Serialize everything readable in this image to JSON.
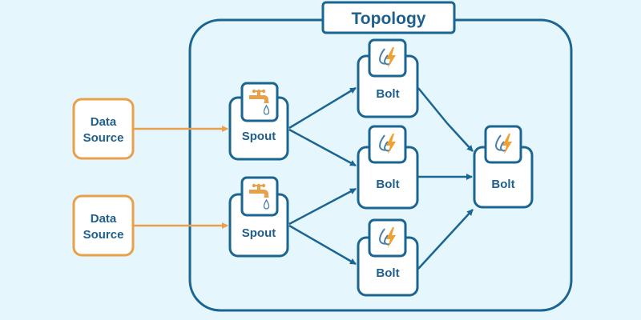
{
  "title": "Topology",
  "colors": {
    "background": "#e6f6fd",
    "blue": "#1a6592",
    "text": "#1f5f8b",
    "orange": "#e8a04a",
    "node_fill": "#ffffff"
  },
  "sources": [
    {
      "id": "src1",
      "line1": "Data",
      "line2": "Source"
    },
    {
      "id": "src2",
      "line1": "Data",
      "line2": "Source"
    }
  ],
  "spouts": [
    {
      "id": "spout1",
      "label": "Spout",
      "icon": "faucet-icon"
    },
    {
      "id": "spout2",
      "label": "Spout",
      "icon": "faucet-icon"
    }
  ],
  "bolts": [
    {
      "id": "bolt1",
      "label": "Bolt",
      "icon": "water-lightning-icon"
    },
    {
      "id": "bolt2",
      "label": "Bolt",
      "icon": "water-lightning-icon"
    },
    {
      "id": "bolt3",
      "label": "Bolt",
      "icon": "water-lightning-icon"
    },
    {
      "id": "bolt4",
      "label": "Bolt",
      "icon": "water-lightning-icon"
    }
  ],
  "edges": [
    {
      "from": "src1",
      "to": "spout1",
      "style": "orange"
    },
    {
      "from": "src2",
      "to": "spout2",
      "style": "orange"
    },
    {
      "from": "spout1",
      "to": "bolt1",
      "style": "blue"
    },
    {
      "from": "spout1",
      "to": "bolt2",
      "style": "blue"
    },
    {
      "from": "spout2",
      "to": "bolt2",
      "style": "blue"
    },
    {
      "from": "spout2",
      "to": "bolt3",
      "style": "blue"
    },
    {
      "from": "bolt1",
      "to": "bolt4",
      "style": "blue"
    },
    {
      "from": "bolt2",
      "to": "bolt4",
      "style": "blue"
    },
    {
      "from": "bolt3",
      "to": "bolt4",
      "style": "blue"
    }
  ]
}
